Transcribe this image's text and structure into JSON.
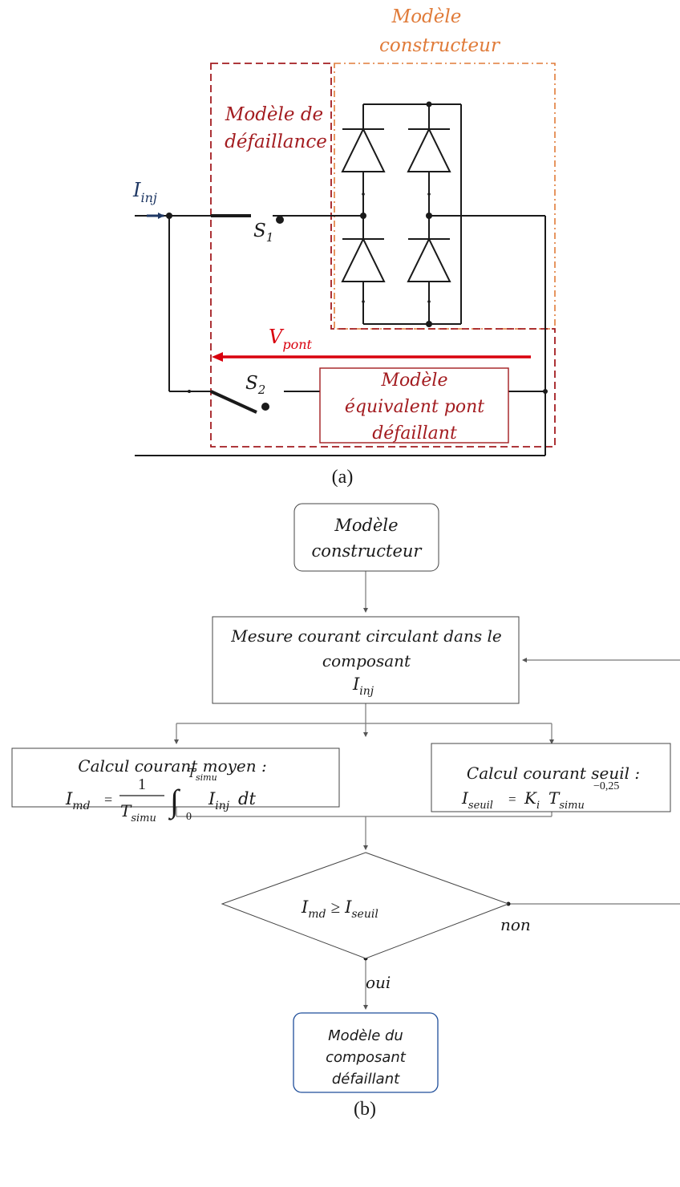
{
  "figure_a": {
    "zone_constructeur": {
      "line1": "Modèle",
      "line2": "constructeur"
    },
    "zone_defaillance": {
      "line1": "Modèle de",
      "line2": "défaillance"
    },
    "current_label": {
      "base": "I",
      "sub": "inj"
    },
    "switch1": {
      "base": "S",
      "sub": "1"
    },
    "switch2": {
      "base": "S",
      "sub": "2"
    },
    "voltage_label": {
      "base": "V",
      "sub": "pont"
    },
    "equivalent_box": {
      "line1": "Modèle",
      "line2": "équivalent pont",
      "line3": "défaillant"
    },
    "caption": "(a)",
    "colors": {
      "constructeur": "#e07b39",
      "defaillance": "#a31c20",
      "current_arrow": "#1f3864",
      "voltage_arrow": "#d9000d"
    }
  },
  "figure_b": {
    "start_box": {
      "line1": "Modèle",
      "line2": "constructeur"
    },
    "measure_box": {
      "line1": "Mesure courant circulant dans le",
      "line2": "composant",
      "var_base": "I",
      "var_sub": "inj"
    },
    "mean_box": {
      "title": "Calcul courant moyen :",
      "lhs_base": "I",
      "lhs_sub": "md",
      "equals": "=",
      "frac_num": "1",
      "frac_den_base": "T",
      "frac_den_sub": "simu",
      "int_upper_base": "T",
      "int_upper_sub": "simu",
      "int_lower": "0",
      "integrand_base": "I",
      "integrand_sub": "inj",
      "differential": "dt"
    },
    "threshold_box": {
      "title": "Calcul courant seuil :",
      "lhs_base": "I",
      "lhs_sub": "seuil",
      "equals": "=",
      "k_base": "K",
      "k_sub": "i",
      "t_base": "T",
      "t_sub": "simu",
      "exponent": "−0,25"
    },
    "decision": {
      "lhs_base": "I",
      "lhs_sub": "md",
      "op": "≥",
      "rhs_base": "I",
      "rhs_sub": "seuil"
    },
    "branch_no": "non",
    "branch_yes": "oui",
    "result_box": {
      "line1": "Modèle du",
      "line2": "composant",
      "line3": "défaillant"
    },
    "caption": "(b)",
    "colors": {
      "result_border": "#1f4e9a"
    }
  }
}
